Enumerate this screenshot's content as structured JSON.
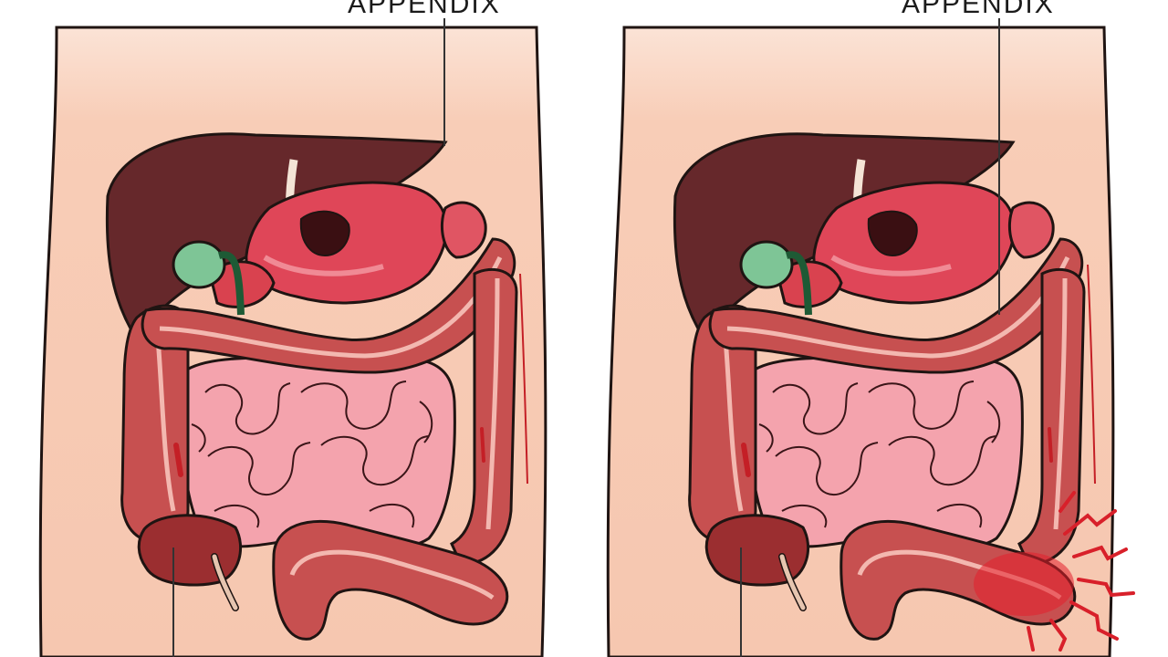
{
  "panels": [
    {
      "label": "APPENDIX"
    },
    {
      "label": "APPENDIX"
    }
  ],
  "colors": {
    "skin": "#f8cdb7",
    "outline": "#1f1412",
    "liver": "#66282b",
    "stomach": "#df4658",
    "gallbladder": "#7ec596",
    "large_intestine": "#c75050",
    "small_intestine": "#f4a3ad",
    "blood": "#c41f26"
  },
  "icons": {
    "inflammation": "burst-lines"
  }
}
